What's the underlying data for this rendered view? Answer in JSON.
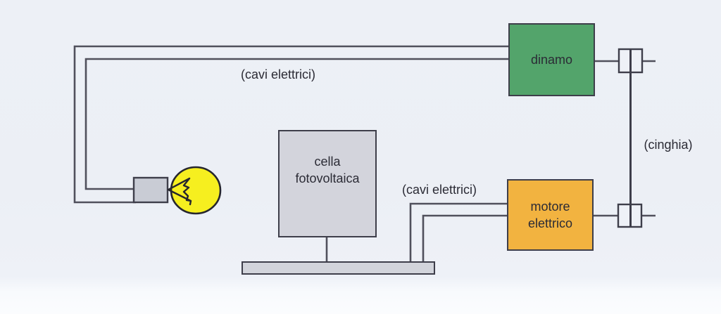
{
  "diagram": {
    "description_domain": "energy conversion diagram",
    "nodes": {
      "dinamo": {
        "label": "dinamo",
        "color": "#53a46b"
      },
      "motore": {
        "line1": "motore",
        "line2": "elettrico",
        "color": "#f2b340"
      },
      "cella": {
        "line1": "cella",
        "line2": "fotovoltaica",
        "color": "#d3d4dc"
      }
    },
    "labels": {
      "cavi_top": "(cavi elettrici)",
      "cavi_bottom": "(cavi elettrici)",
      "cinghia": "(cinghia)"
    },
    "colors": {
      "background": "#edf0f6",
      "wire": "#50505c",
      "bulb_glass": "#f6ef1f",
      "socket": "#c9ccd5",
      "platform": "#d2d4db",
      "text": "#2b2b35"
    }
  }
}
